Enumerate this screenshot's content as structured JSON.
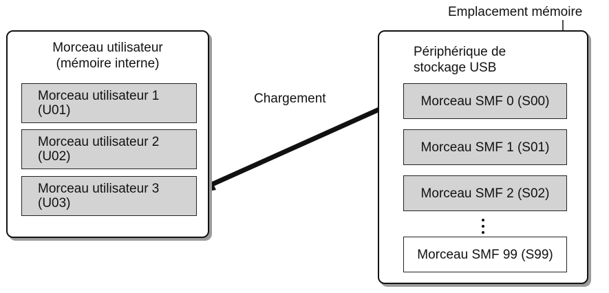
{
  "labels": {
    "memory_location": "Emplacement mémoire",
    "loading": "Chargement"
  },
  "internal_memory": {
    "title_line1": "Morceau utilisateur",
    "title_line2": "(mémoire interne)",
    "slots": [
      {
        "line1": "Morceau utilisateur 1",
        "line2": "(U01)"
      },
      {
        "line1": "Morceau utilisateur 2",
        "line2": "(U02)"
      },
      {
        "line1": "Morceau utilisateur 3",
        "line2": "(U03)"
      }
    ]
  },
  "usb_storage": {
    "title_line1": "Périphérique de",
    "title_line2": "stockage USB",
    "slots": [
      {
        "label": "Morceau SMF 0 (S00)"
      },
      {
        "label": "Morceau SMF 1 (S01)"
      },
      {
        "label": "Morceau SMF 2 (S02)"
      },
      {
        "label": "Morceau SMF 99 (S99)"
      }
    ]
  },
  "colors": {
    "slot_fill": "#d3d3d3",
    "shadow": "#9b9b9b",
    "stroke": "#111111"
  }
}
